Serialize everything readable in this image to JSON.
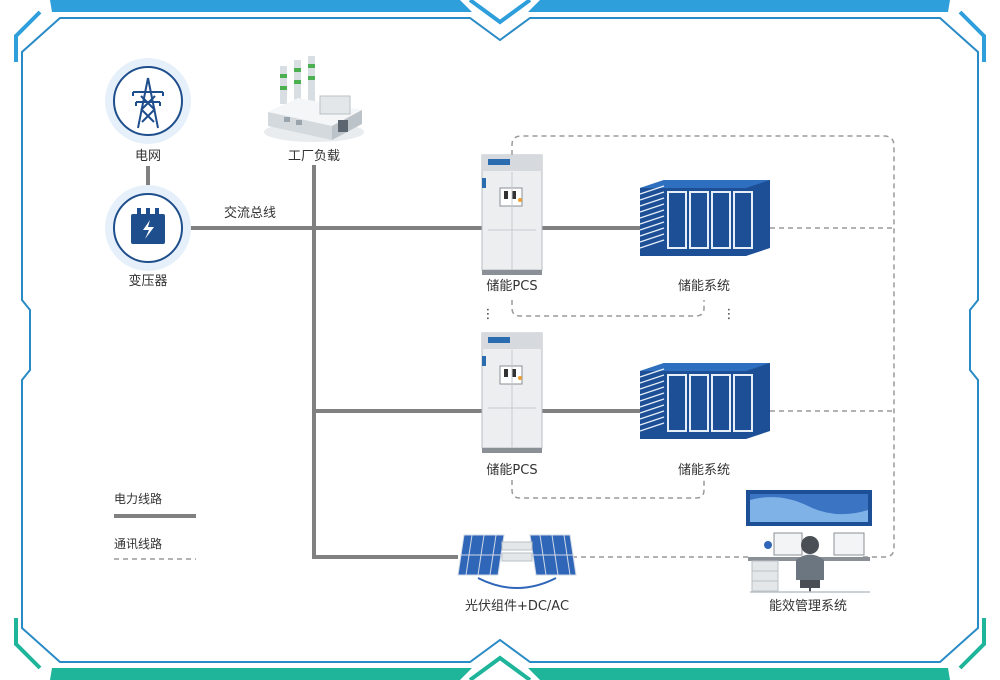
{
  "colors": {
    "frame_teal": "#1fb59a",
    "frame_blue": "#2f9fdc",
    "frame_outline": "#2b8bc6",
    "power_line": "#808080",
    "comm_line": "#9a9a9a",
    "icon_blue": "#1f4e8c",
    "battery_blue": "#1d4f97",
    "battery_light": "#e6eef7",
    "pcs_body": "#eceef0",
    "pcs_top": "#2b6cb0",
    "ems_screen": "#3c74c4",
    "factory_green": "#4caf50"
  },
  "nodes": {
    "grid": "电网",
    "transformer": "变压器",
    "factory": "工厂负载",
    "ac_bus": "交流总线",
    "pcs_1": "储能PCS",
    "pcs_2": "储能PCS",
    "storage_1": "储能系统",
    "storage_2": "储能系统",
    "pv": "光伏组件+DC/AC",
    "ems": "能效管理系统"
  },
  "legend": {
    "power_line": "电力线路",
    "comm_line": "通讯线路"
  },
  "ellipsis": "⋮"
}
